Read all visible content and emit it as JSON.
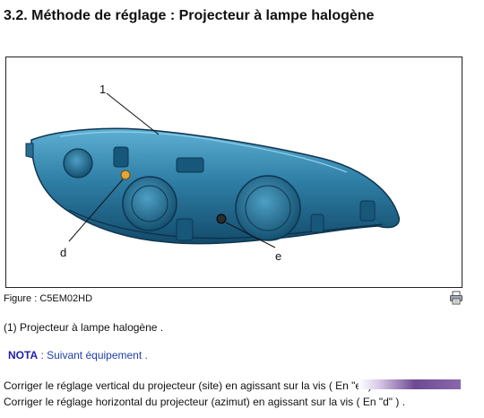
{
  "title": "3.2. Méthode de réglage : Projecteur à lampe halogène",
  "figure": {
    "callouts": {
      "one": "1",
      "d": "d",
      "e": "e"
    },
    "caption": "Figure : C5EM02HD"
  },
  "icons": {
    "print": "print-icon"
  },
  "items": {
    "projector": "(1) Projecteur à lampe halogène ."
  },
  "nota": {
    "label": "NOTA",
    "text": " : Suivant équipement ."
  },
  "instructions": {
    "vertical": "Corriger le réglage vertical du projecteur (site) en agissant sur la vis ( En \"e\" ) .",
    "horizontal": "Corriger le réglage horizontal du projecteur (azimut) en agissant sur la vis ( En \"d\" ) ."
  },
  "colors": {
    "headlamp": "#2f7fa6",
    "nota_blue": "#1f1fa8"
  }
}
